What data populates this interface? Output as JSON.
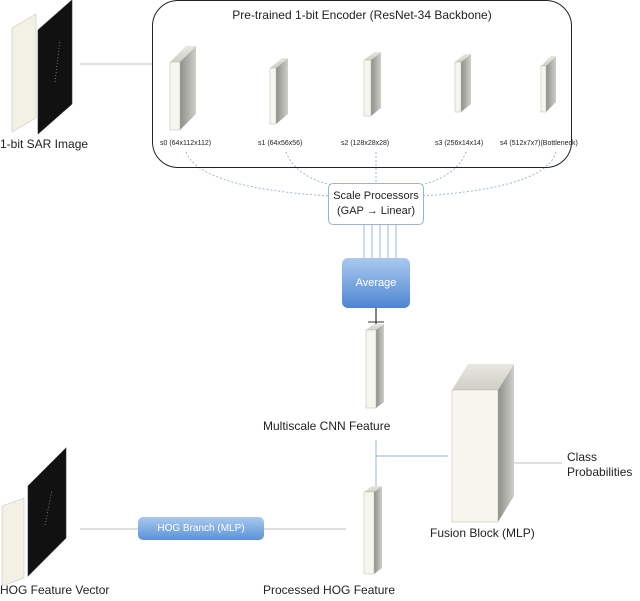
{
  "encoder": {
    "title": "Pre-trained 1-bit Encoder (ResNet-34 Backbone)",
    "stages": [
      {
        "label": "s0 (64x112x112)"
      },
      {
        "label": "s1 (64x56x56)"
      },
      {
        "label": "s2 (128x28x28)"
      },
      {
        "label": "s3 (256x14x14)"
      },
      {
        "label": "s4 (512x7x7)(Bottleneck)"
      }
    ]
  },
  "input": {
    "label": "1-bit SAR Image"
  },
  "scale_processors": {
    "line1": "Scale Processors",
    "line2": "(GAP → Linear)"
  },
  "average": {
    "label": "Average"
  },
  "multiscale": {
    "label": "Multiscale CNN Feature"
  },
  "hog": {
    "vector_label": "HOG Feature Vector",
    "branch_label": "HOG Branch (MLP)",
    "processed_label": "Processed HOG Feature"
  },
  "fusion": {
    "label": "Fusion Block (MLP)"
  },
  "output": {
    "line1": "Class",
    "line2": "Probabilities"
  },
  "colors": {
    "slab_front": "#f7f6ee",
    "slab_side": "#bdbdb7",
    "accent_blue": "#4e86d2",
    "dotted_blue": "#8fb3d9"
  }
}
